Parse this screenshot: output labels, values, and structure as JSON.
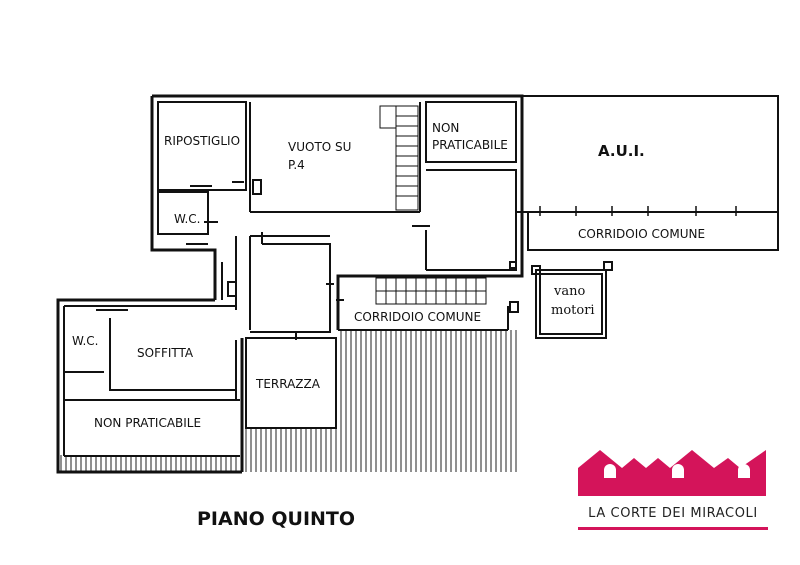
{
  "rooms": {
    "ripostiglio": "RIPOSTIGLIO",
    "vuoto_line1": "VUOTO SU",
    "vuoto_line2": "P.4",
    "non_prat_line1": "NON",
    "non_prat_line2": "PRATICABILE",
    "aui": "A.U.I.",
    "wc_upper": "W.C.",
    "corridoio_right": "CORRIDOIO COMUNE",
    "vano_line1": "vano",
    "vano_line2": "motori",
    "corridoio_center": "CORRIDOIO COMUNE",
    "wc_lower": "W.C.",
    "soffitta": "SOFFITTA",
    "terrazza": "TERRAZZA",
    "non_praticabile_lower": "NON PRATICABILE"
  },
  "title": "PIANO QUINTO",
  "brand": {
    "name": "LA CORTE DEI MIRACOLI",
    "color": "#d4145a"
  }
}
